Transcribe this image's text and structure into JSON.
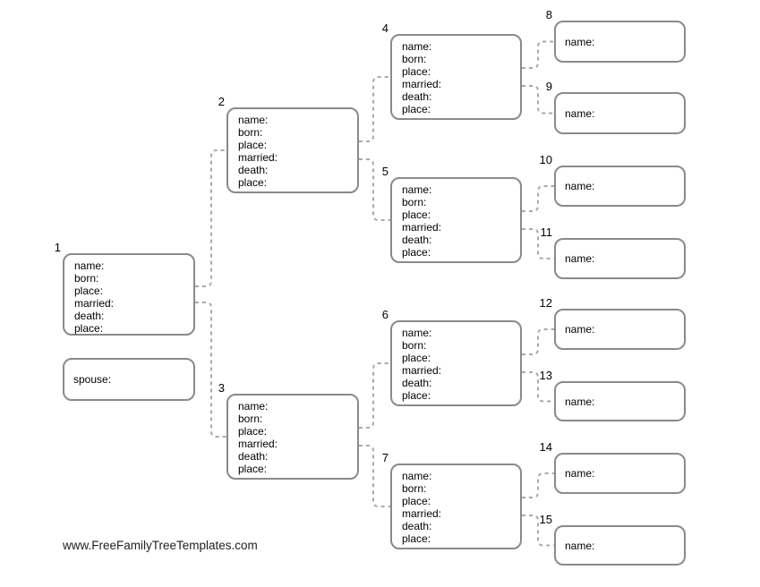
{
  "colors": {
    "box_border": "#8a8a8a",
    "connector_dash": "#a9a9a9",
    "text": "#000000"
  },
  "watermark": "www.FreeFamilyTreeTemplates.com",
  "spouse_box": {
    "label": "spouse:"
  },
  "boxes": {
    "b1": {
      "number": "1",
      "fields": [
        "name:",
        "born:",
        "place:",
        "married:",
        "death:",
        "place:"
      ]
    },
    "b2": {
      "number": "2",
      "fields": [
        "name:",
        "born:",
        "place:",
        "married:",
        "death:",
        "place:"
      ]
    },
    "b3": {
      "number": "3",
      "fields": [
        "name:",
        "born:",
        "place:",
        "married:",
        "death:",
        "place:"
      ]
    },
    "b4": {
      "number": "4",
      "fields": [
        "name:",
        "born:",
        "place:",
        "married:",
        "death:",
        "place:"
      ]
    },
    "b5": {
      "number": "5",
      "fields": [
        "name:",
        "born:",
        "place:",
        "married:",
        "death:",
        "place:"
      ]
    },
    "b6": {
      "number": "6",
      "fields": [
        "name:",
        "born:",
        "place:",
        "married:",
        "death:",
        "place:"
      ]
    },
    "b7": {
      "number": "7",
      "fields": [
        "name:",
        "born:",
        "place:",
        "married:",
        "death:",
        "place:"
      ]
    },
    "b8": {
      "number": "8",
      "label": "name:"
    },
    "b9": {
      "number": "9",
      "label": "name:"
    },
    "b10": {
      "number": "10",
      "label": "name:"
    },
    "b11": {
      "number": "11",
      "label": "name:"
    },
    "b12": {
      "number": "12",
      "label": "name:"
    },
    "b13": {
      "number": "13",
      "label": "name:"
    },
    "b14": {
      "number": "14",
      "label": "name:"
    },
    "b15": {
      "number": "15",
      "label": "name:"
    }
  }
}
